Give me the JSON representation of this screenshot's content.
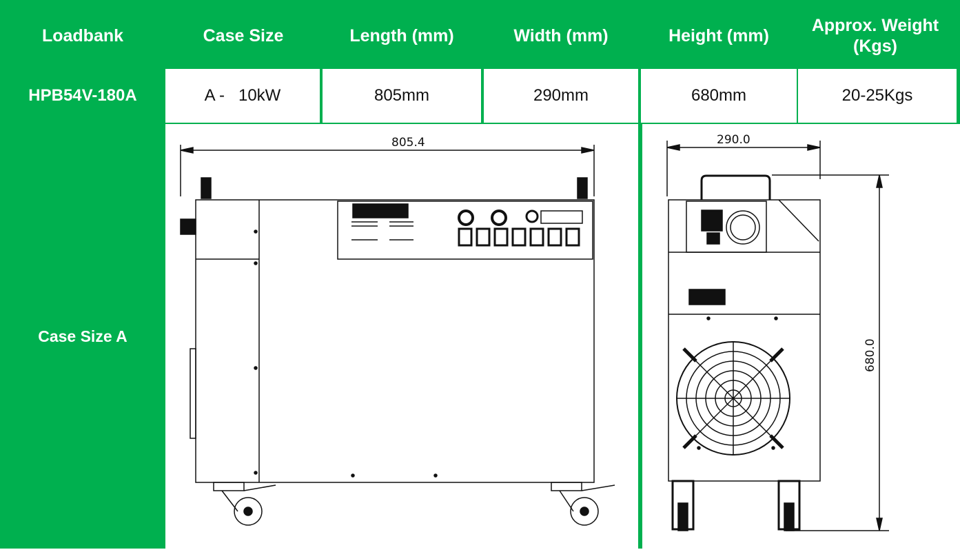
{
  "table": {
    "headers": [
      "Loadbank",
      "Case Size",
      "Length (mm)",
      "Width (mm)",
      "Height (mm)",
      "Approx. Weight (Kgs)"
    ],
    "row": {
      "model": "HPB54V-180A",
      "case_size": "A -   10kW",
      "length": "805mm",
      "width": "290mm",
      "height": "680mm",
      "weight": "20-25Kgs"
    },
    "drawing_row_label": "Case Size A"
  },
  "drawings": {
    "front_dimension": "805.4",
    "side_width_dimension": "290.0",
    "side_height_dimension": "680.0"
  },
  "colors": {
    "header_green": "#00b04f",
    "cell_white": "#ffffff",
    "line": "#111111"
  }
}
